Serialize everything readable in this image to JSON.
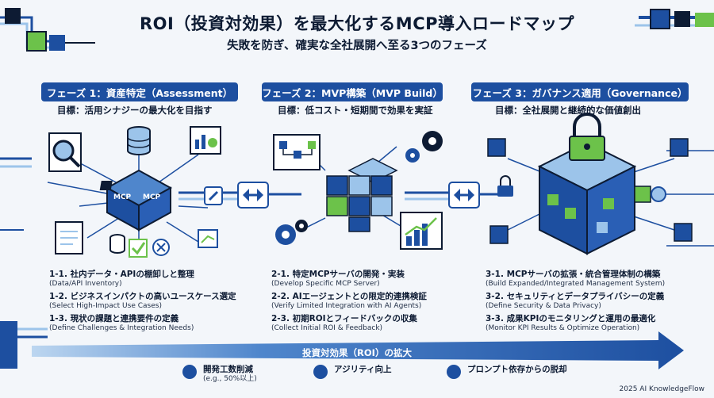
{
  "title": "ROI（投資対効果）を最大化するMCP導入ロードマップ",
  "subtitle": "失敗を防ぎ、確実な全社展開へ至る3つのフェーズ",
  "mcp_labels": [
    "MCP",
    "MCP"
  ],
  "phases": [
    {
      "header": "フェーズ 1：資産特定（Assessment）",
      "goal": "目標：活用シナジーの最大化を目指す",
      "steps": [
        {
          "jp": "1-1. 社内データ・APIの棚卸しと整理",
          "en": "(Data/API Inventory)"
        },
        {
          "jp": "1-2. ビジネスインパクトの高いユースケース選定",
          "en": "(Select High-Impact Use Cases)"
        },
        {
          "jp": "1-3. 現状の課題と連携要件の定義",
          "en": "(Define Challenges & Integration Needs)"
        }
      ]
    },
    {
      "header": "フェーズ 2：MVP構築（MVP Build）",
      "goal": "目標：低コスト・短期間で効果を実証",
      "steps": [
        {
          "jp": "2-1. 特定MCPサーバの開発・実装",
          "en": "(Develop Specific MCP Server)"
        },
        {
          "jp": "2-2. AIエージェントとの限定的連携検証",
          "en": "(Verify Limited Integration with AI Agents)"
        },
        {
          "jp": "2-3. 初期ROIとフィードバックの収集",
          "en": "(Collect Initial ROI & Feedback)"
        }
      ]
    },
    {
      "header": "フェーズ 3：ガバナンス適用（Governance）",
      "goal": "目標：全社展開と継続的な価値創出",
      "steps": [
        {
          "jp": "3-1. MCPサーバの拡張・統合管理体制の構築",
          "en": "(Build Expanded/Integrated Management System)"
        },
        {
          "jp": "3-2. セキュリティとデータプライバシーの定義",
          "en": "(Define Security & Data Privacy)"
        },
        {
          "jp": "3-3. 成果KPIのモニタリングと運用の最適化",
          "en": "(Monitor KPI Results & Optimize Operation)"
        }
      ]
    }
  ],
  "roi_arrow_label": "投資対効果（ROI）の拡大",
  "benefits": [
    {
      "label": "開発工数削減",
      "sub": "(e.g., 50%以上)",
      "icon": "wrench-icon"
    },
    {
      "label": "アジリティ向上",
      "sub": "",
      "icon": "trend-chart-icon"
    },
    {
      "label": "プロンプト依存からの脱却",
      "sub": "",
      "icon": "broken-link-icon"
    }
  ],
  "footer": "2025 AI KnowledgeFlow",
  "colors": {
    "navy": "#1d4fa0",
    "dark_navy": "#0d1b33",
    "light_blue": "#9cc4ea",
    "green": "#6cc24a",
    "background": "#f3f6fa"
  }
}
